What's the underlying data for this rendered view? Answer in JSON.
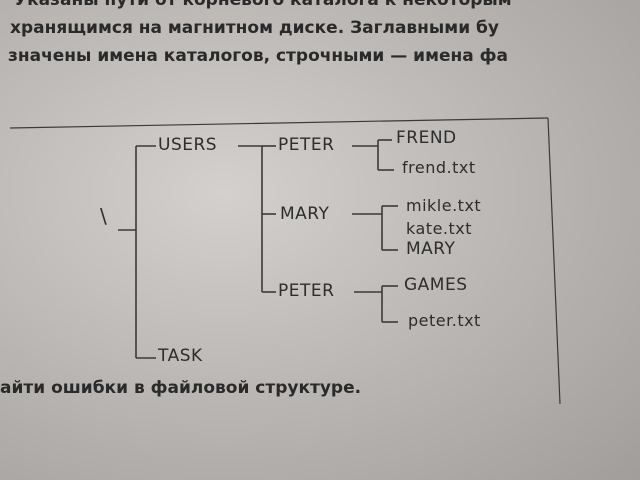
{
  "intro": {
    "line1": "Указаны пути от корневого каталога к некоторым",
    "line2": "хранящимся на магнитном диске. Заглавными бу",
    "line3": "значены имена каталогов, строчными — имена фа"
  },
  "tree": {
    "root": "\\",
    "users": "USERS",
    "task": "TASK",
    "peter1": "PETER",
    "frend_dir": "FREND",
    "frend_file": "frend.txt",
    "mary_dir": "MARY",
    "mikle_file": "mikle.txt",
    "kate_file": "kate.txt",
    "mary_sub": "MARY",
    "peter2": "PETER",
    "games_dir": "GAMES",
    "peter_file": "peter.txt"
  },
  "caption": "айти ошибки в файловой структуре."
}
